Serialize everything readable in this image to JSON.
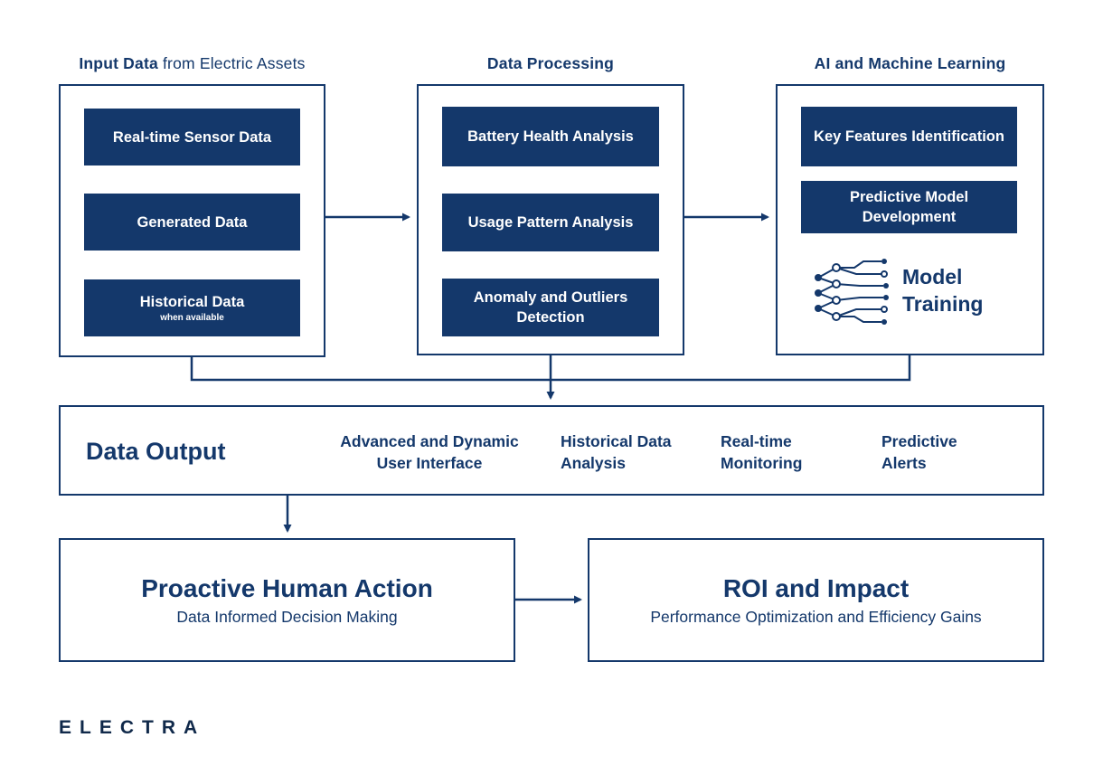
{
  "colors": {
    "navy": "#14386B",
    "white": "#FFFFFF"
  },
  "columns": [
    {
      "header_bold": "Input Data",
      "header_rest": "from Electric Assets",
      "items": [
        {
          "label": "Real-time Sensor Data"
        },
        {
          "label": "Generated Data"
        },
        {
          "label": "Historical Data",
          "sub": "when available"
        }
      ]
    },
    {
      "header": "Data Processing",
      "items": [
        {
          "label": "Battery Health Analysis"
        },
        {
          "label": "Usage Pattern Analysis"
        },
        {
          "label": "Anomaly and Outliers Detection"
        }
      ]
    },
    {
      "header": "AI and Machine Learning",
      "items": [
        {
          "label": "Key Features Identification"
        },
        {
          "label": "Predictive Model Development"
        }
      ],
      "model_training_label": "Model Training"
    }
  ],
  "data_output": {
    "title": "Data Output",
    "features": [
      "Advanced and Dynamic User Interface",
      "Historical Data Analysis",
      "Real-time Monitoring",
      "Predictive Alerts"
    ]
  },
  "proactive": {
    "title": "Proactive Human Action",
    "subtitle": "Data Informed Decision Making"
  },
  "roi": {
    "title": "ROI and Impact",
    "subtitle": "Performance Optimization and Efficiency Gains"
  },
  "logo": "ELECTRA"
}
